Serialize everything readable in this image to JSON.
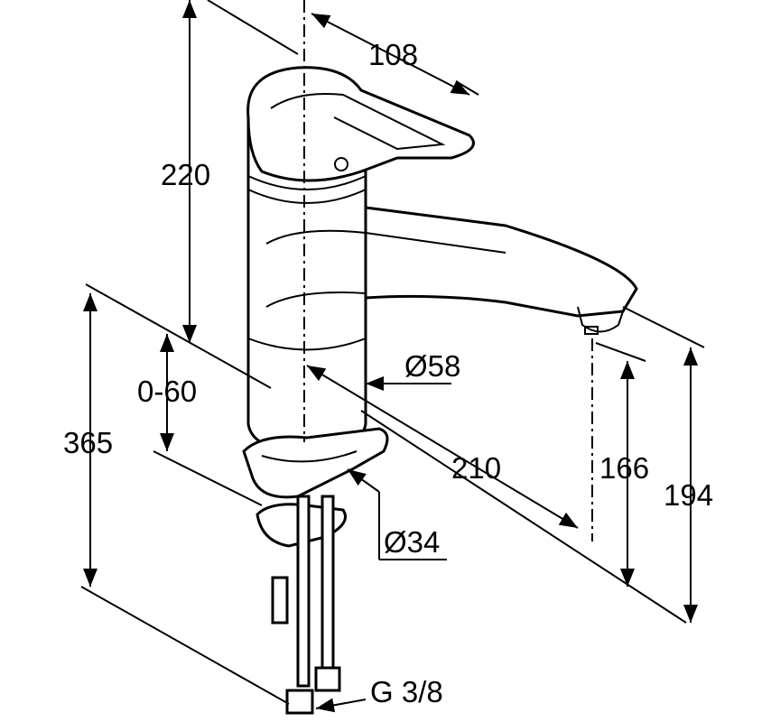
{
  "dimensions": {
    "spout_reach_lever": "108",
    "height_220": "220",
    "deck_thickness": "0-60",
    "total_365": "365",
    "body_diameter": "Ø58",
    "spout_reach": "210",
    "outlet_height_166": "166",
    "outlet_height_194": "194",
    "hole_diameter": "Ø34",
    "connection_thread": "G 3/8"
  }
}
